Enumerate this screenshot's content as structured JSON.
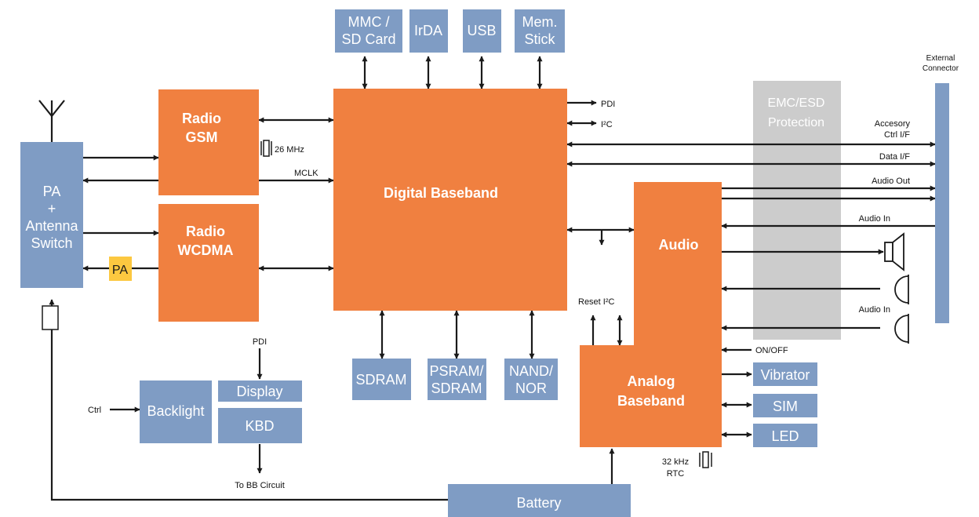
{
  "colors": {
    "blue": "#7f9cc4",
    "orange": "#f08040",
    "yellow": "#fcc840",
    "gray": "#cccccc",
    "line": "#1a1a1a"
  },
  "blocks": {
    "mmc": [
      "MMC /",
      "SD Card"
    ],
    "irda": [
      "IrDA"
    ],
    "usb": [
      "USB"
    ],
    "memstick": [
      "Mem.",
      "Stick"
    ],
    "pa_switch": [
      "PA",
      "+",
      "Antenna",
      "Switch"
    ],
    "pa_small": [
      "PA"
    ],
    "radio_gsm": [
      "Radio",
      "GSM"
    ],
    "radio_wcdma": [
      "Radio",
      "WCDMA"
    ],
    "digital_baseband": [
      "Digital Baseband"
    ],
    "audio": [
      "Audio"
    ],
    "analog_baseband": [
      "Analog",
      "Baseband"
    ],
    "emc": [
      "EMC/ESD",
      "Protection"
    ],
    "sdram": [
      "SDRAM"
    ],
    "psram": [
      "PSRAM/",
      "SDRAM"
    ],
    "nand": [
      "NAND/",
      "NOR"
    ],
    "backlight": [
      "Backlight"
    ],
    "display": [
      "Display"
    ],
    "kbd": [
      "KBD"
    ],
    "vibrator": [
      "Vibrator"
    ],
    "sim": [
      "SIM"
    ],
    "led": [
      "LED"
    ],
    "battery": [
      "Battery"
    ]
  },
  "labels": {
    "pdi_right": "PDI",
    "i2c_right": "I²C",
    "crystal_26": "26 MHz",
    "mclk": "MCLK",
    "ext_connector": [
      "External",
      "Connector"
    ],
    "accessory": [
      "Accesory",
      "Ctrl I/F"
    ],
    "data_if": "Data I/F",
    "audio_out": "Audio Out",
    "audio_in_1": "Audio In",
    "audio_in_2": "Audio In",
    "reset_i2c": "Reset I²C",
    "on_off": "ON/OFF",
    "rtc": [
      "32 kHz",
      "RTC"
    ],
    "pdi_display": "PDI",
    "ctrl": "Ctrl",
    "to_bb": "To BB Circuit"
  }
}
